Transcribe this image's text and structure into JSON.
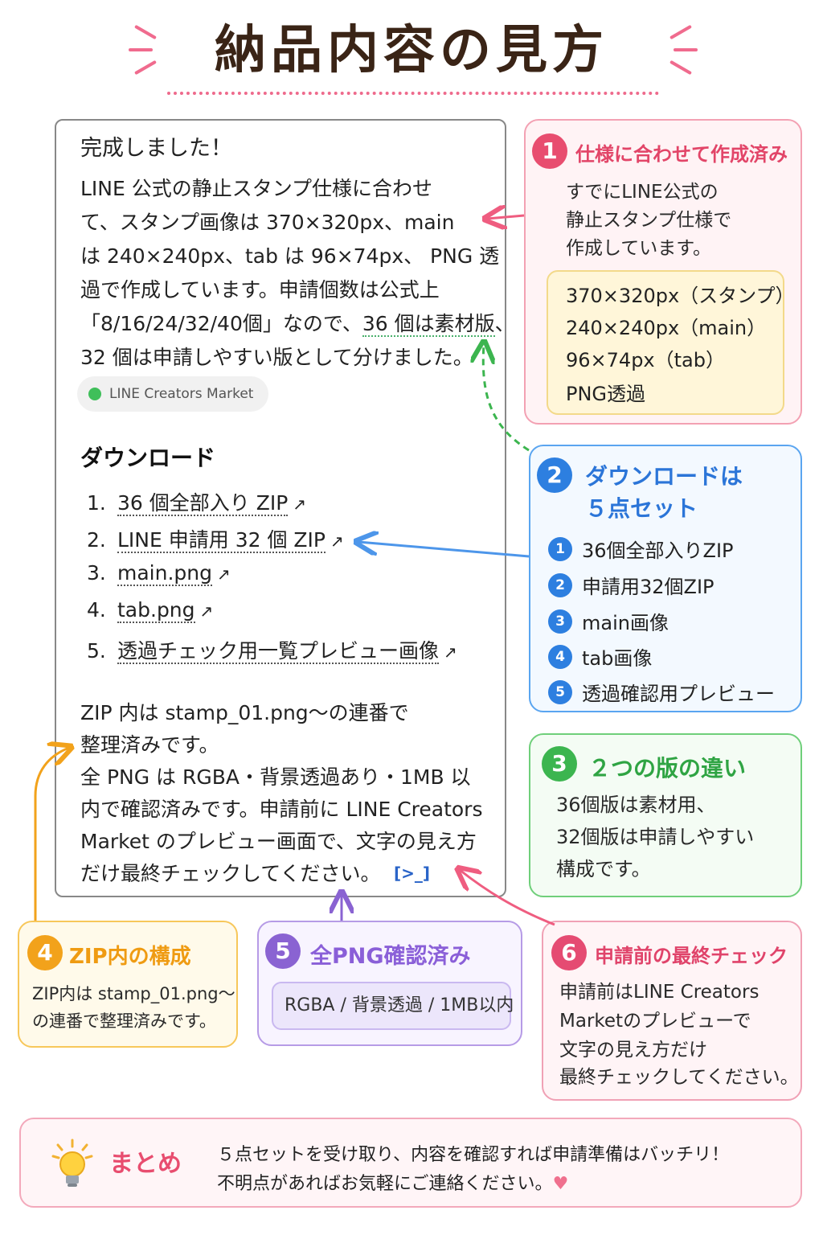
{
  "title": "納品内容の見方",
  "chat": {
    "greeting": "完成しました！",
    "body_lines": [
      "LINE 公式の静止スタンプ仕様に合わせ",
      "て、スタンプ画像は 370×320px、main",
      "は 240×240px、tab は 96×74px、 PNG 透",
      "過で作成しています。申請個数は公式上"
    ],
    "line5_pre": "「8/16/24/32/40個」なので、",
    "line5_link": "36 個は素材版",
    "line5_post": "、",
    "line6": "32 個は申請しやすい版として分けました。",
    "source_pill": "LINE Creators Market",
    "download_heading": "ダウンロード",
    "downloads": [
      {
        "num": "1.",
        "label": "36 個全部入り ZIP"
      },
      {
        "num": "2.",
        "label": "LINE 申請用 32 個 ZIP"
      },
      {
        "num": "3.",
        "label": "main.png"
      },
      {
        "num": "4.",
        "label": "tab.png"
      },
      {
        "num": "5.",
        "label": "透過チェック用一覧プレビュー画像"
      }
    ],
    "link_arrow": "↗",
    "footer_lines": [
      "ZIP 内は stamp_01.png～の連番で",
      "整理済みです。",
      "全 PNG は RGBA・背景透過あり・1MB 以",
      "内で確認済みです。申請前に LINE Creators",
      "Market のプレビュー画面で、文字の見え方",
      "だけ最終チェックしてください。"
    ],
    "code_icon": "[>_]"
  },
  "box1": {
    "num": "1",
    "title": "仕様に合わせて作成済み",
    "text": [
      "すでにLINE公式の",
      "静止スタンプ仕様で",
      "作成しています。"
    ],
    "specs": [
      "370×320px（スタンプ）",
      "240×240px（main）",
      "96×74px（tab）",
      "PNG透過"
    ]
  },
  "box2": {
    "num": "2",
    "title_lines": [
      "ダウンロードは",
      "５点セット"
    ],
    "items": [
      {
        "n": "1",
        "label": "36個全部入りZIP"
      },
      {
        "n": "2",
        "label": "申請用32個ZIP"
      },
      {
        "n": "3",
        "label": "main画像"
      },
      {
        "n": "4",
        "label": "tab画像"
      },
      {
        "n": "5",
        "label": "透過確認用プレビュー"
      }
    ]
  },
  "box3": {
    "num": "3",
    "title": "２つの版の違い",
    "text": [
      "36個版は素材用、",
      "32個版は申請しやすい",
      "構成です。"
    ]
  },
  "box4": {
    "num": "4",
    "title": "ZIP内の構成",
    "text": [
      "ZIP内は stamp_01.png～",
      "の連番で整理済みです。"
    ]
  },
  "box5": {
    "num": "5",
    "title": "全PNG確認済み",
    "chip": "RGBA / 背景透過 / 1MB以内"
  },
  "box6": {
    "num": "6",
    "title": "申請前の最終チェック",
    "text": [
      "申請前はLINE Creators",
      "Marketのプレビューで",
      "文字の見え方だけ",
      "最終チェックしてください。"
    ]
  },
  "summary": {
    "label": "まとめ",
    "line1": "５点セットを受け取り、内容を確認すれば申請準備はバッチリ！",
    "line2": "不明点があればお気軽にご連絡ください。",
    "heart": "♥"
  },
  "colors": {
    "pink": "#e84d6f",
    "blue": "#2d7fe0",
    "green": "#3cb54f",
    "orange": "#f2a21b",
    "purple": "#8a63d2",
    "title_brown": "#3a2416"
  }
}
